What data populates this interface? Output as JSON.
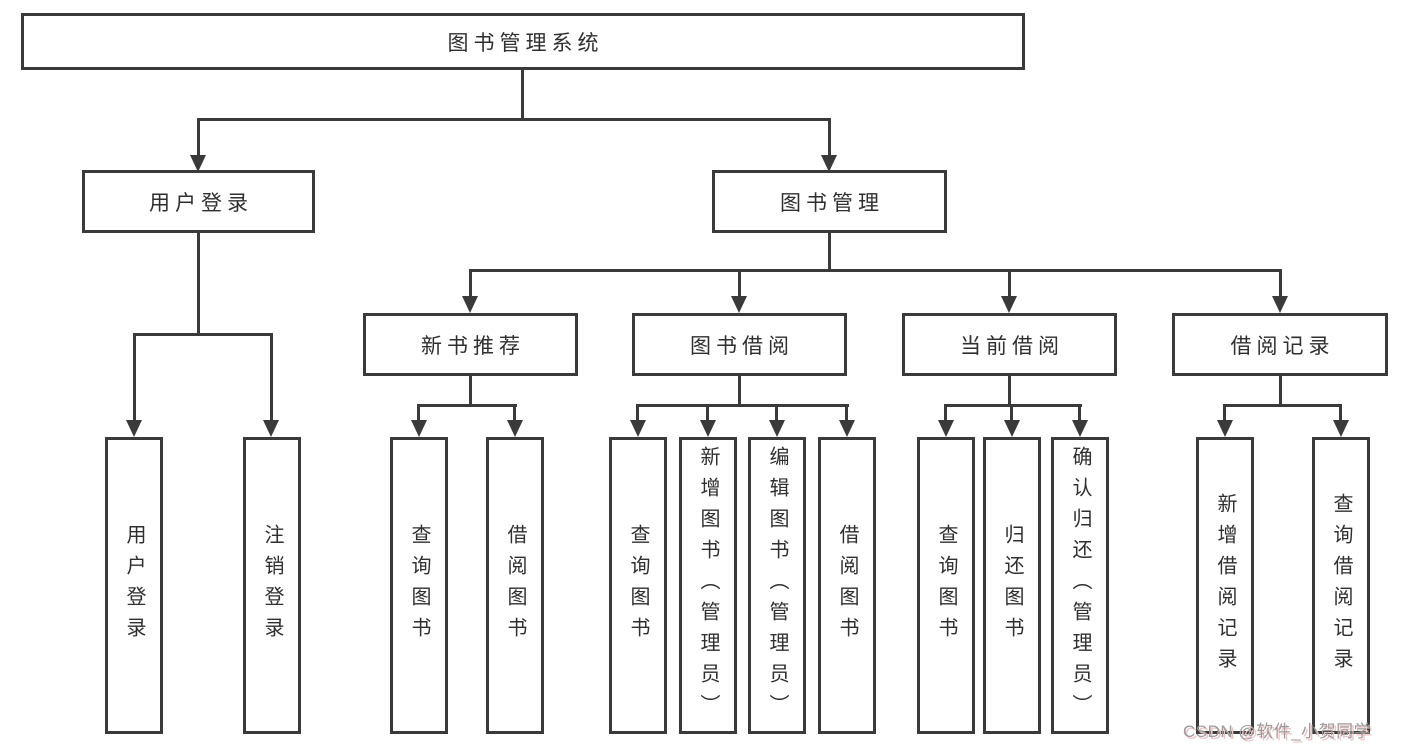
{
  "diagram_title": "图书管理系统",
  "colors": {
    "line": "#3a3a3a",
    "box_background": "#ffffff",
    "text": "#2f2f2f",
    "watermark_text": "#9b9b9b",
    "watermark_shadow": "#eec3c3"
  },
  "tree": {
    "root": {
      "label": "图书管理系统"
    },
    "branches": [
      {
        "label": "用户登录",
        "children": [
          {
            "label": "用户登录"
          },
          {
            "label": "注销登录"
          }
        ]
      },
      {
        "label": "图书管理",
        "children": [
          {
            "label": "新书推荐",
            "children": [
              {
                "label": "查询图书"
              },
              {
                "label": "借阅图书"
              }
            ]
          },
          {
            "label": "图书借阅",
            "children": [
              {
                "label": "查询图书"
              },
              {
                "label": "新增图书（管理员）"
              },
              {
                "label": "编辑图书（管理员）"
              },
              {
                "label": "借阅图书"
              }
            ]
          },
          {
            "label": "当前借阅",
            "children": [
              {
                "label": "查询图书"
              },
              {
                "label": "归还图书"
              },
              {
                "label": "确认归还（管理员）"
              }
            ]
          },
          {
            "label": "借阅记录",
            "children": [
              {
                "label": "新增借阅记录"
              },
              {
                "label": "查询借阅记录"
              }
            ]
          }
        ]
      }
    ]
  },
  "watermark": {
    "text": "CSDN @软件_小贺同学"
  }
}
